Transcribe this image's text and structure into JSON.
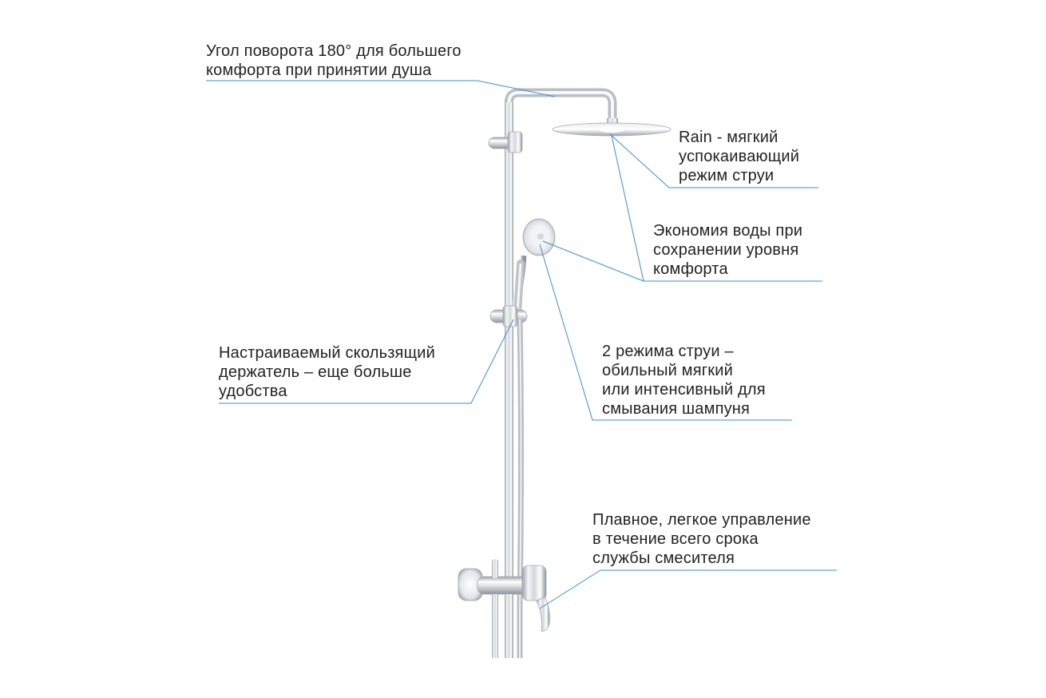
{
  "callouts": {
    "rotation": {
      "lines": [
        "Угол поворота 180° для большего",
        "комфорта при принятии душа"
      ]
    },
    "rain": {
      "lines": [
        "Rain - мягкий",
        "успокаивающий",
        "режим струи"
      ]
    },
    "economy": {
      "lines": [
        "Экономия воды при",
        "сохранении уровня",
        "комфорта"
      ]
    },
    "holder": {
      "lines": [
        "Настраиваемый скользящий",
        "держатель – еще больше",
        "удобства"
      ]
    },
    "modes": {
      "lines": [
        "2 режима струи –",
        "обильный мягкий",
        "или интенсивный для",
        "смывания шампуня"
      ]
    },
    "control": {
      "lines": [
        "Плавное, легкое управление",
        "в течение всего срока",
        "службы смесителя"
      ]
    }
  },
  "colors": {
    "leader_line": "#3a8fd0",
    "chrome_light": "#f2f4f6",
    "chrome_mid": "#c9cdd2",
    "chrome_dark": "#8d939a",
    "text": "#222222"
  }
}
